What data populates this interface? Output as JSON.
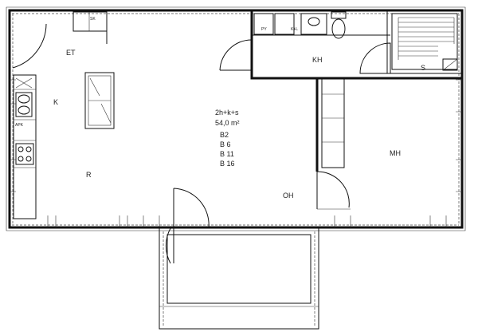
{
  "rooms": {
    "et": "ET",
    "k": "K",
    "r": "R",
    "kh": "KH",
    "s": "S",
    "mh": "MH",
    "oh": "OH"
  },
  "fixtures": {
    "sk": "SK",
    "py": "PY",
    "kl": "K+L",
    "apk": "APK"
  },
  "apartment": {
    "type": "2h+k+s",
    "area": "54,0 m²",
    "codes": [
      "B2",
      "B 6",
      "B 11",
      "B 16"
    ]
  }
}
